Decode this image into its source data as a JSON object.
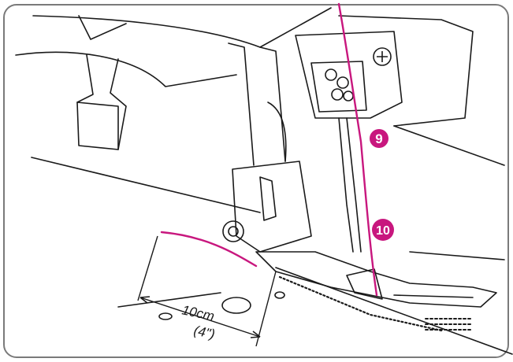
{
  "markers": [
    {
      "id": "9",
      "label": "9"
    },
    {
      "id": "10",
      "label": "10"
    }
  ],
  "measurement": {
    "metric": "10cm",
    "imperial": "(4\")"
  },
  "colors": {
    "thread": "#c8177e",
    "marker_fill": "#c8177e",
    "outline": "#1a1a1a",
    "frame": "#7a7a7a",
    "background": "#ffffff"
  }
}
